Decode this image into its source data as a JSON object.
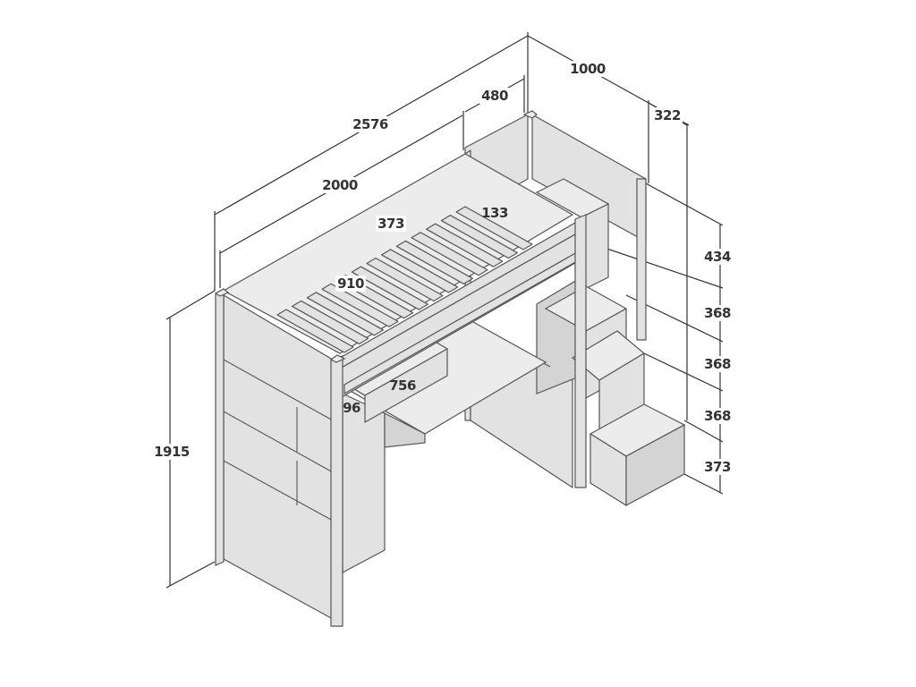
{
  "title": "Loft bed with desk and stair storage - dimension drawing",
  "dimensions": {
    "total_length": "2576",
    "bed_length": "2000",
    "total_depth": "1000",
    "stair_depth": "480",
    "stair_width": "322",
    "guard_height": "373",
    "rail_gap": "133",
    "bed_width": "910",
    "drawer_width": "756",
    "drawer_height": "96",
    "total_height": "1915",
    "step_heights": [
      "434",
      "368",
      "368",
      "368",
      "373"
    ]
  }
}
